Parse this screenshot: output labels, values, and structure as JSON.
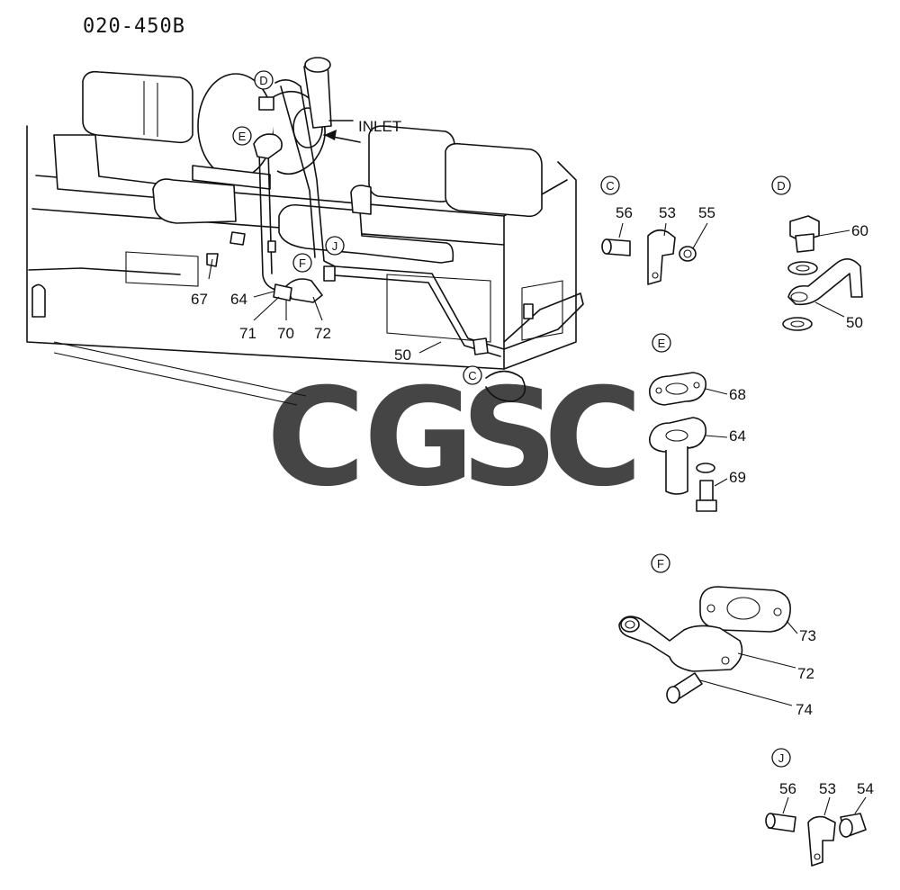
{
  "diagram_id": "020-450B",
  "inlet_label": "INLET",
  "watermark": {
    "letters": [
      "C",
      "G",
      "S",
      "C"
    ],
    "colors": [
      "#6ea1f2",
      "#f08c84",
      "#f6d675",
      "#7cc29c"
    ]
  },
  "main_callouts": {
    "c": "C",
    "d": "D",
    "e": "E",
    "f": "F",
    "j": "J",
    "p67": "67",
    "p64": "64",
    "p71": "71",
    "p70": "70",
    "p72": "72",
    "p50": "50"
  },
  "detail_c": {
    "marker": "C",
    "parts": [
      "56",
      "53",
      "55"
    ]
  },
  "detail_d": {
    "marker": "D",
    "parts": [
      "60",
      "50"
    ]
  },
  "detail_e": {
    "marker": "E",
    "parts": [
      "68",
      "64",
      "69"
    ]
  },
  "detail_f": {
    "marker": "F",
    "parts": [
      "73",
      "72",
      "74"
    ]
  },
  "detail_j": {
    "marker": "J",
    "parts": [
      "56",
      "53",
      "54"
    ]
  }
}
